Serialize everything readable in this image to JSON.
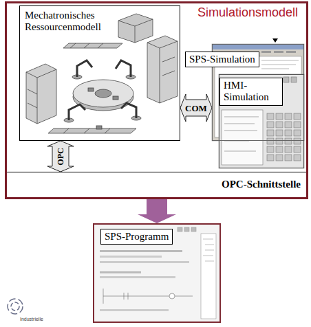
{
  "diagram": {
    "nodes": [
      {
        "text": [
          "Simulationsmodell"
        ]
      },
      {
        "text": [
          "Mechatronisches Ressourcenmodell"
        ],
        "in": 0
      },
      {
        "text": [
          "SPS-Simulation"
        ],
        "in": 0
      },
      {
        "text": [
          "HMI-Simulation"
        ],
        "in": 0
      },
      {
        "text": [
          "OPC-Schnittstelle"
        ],
        "in": 0
      },
      {
        "text": [
          "SPS-Programm"
        ]
      }
    ],
    "edges": [
      {
        "from": 1,
        "to": 2,
        "label": "COM",
        "arrow": "both"
      },
      {
        "from": 1,
        "to": 4,
        "label": "OPC",
        "arrow": "both"
      },
      {
        "from": 0,
        "to": 5,
        "arrow": "to"
      }
    ],
    "labels": [
      "Industrielle"
    ]
  }
}
